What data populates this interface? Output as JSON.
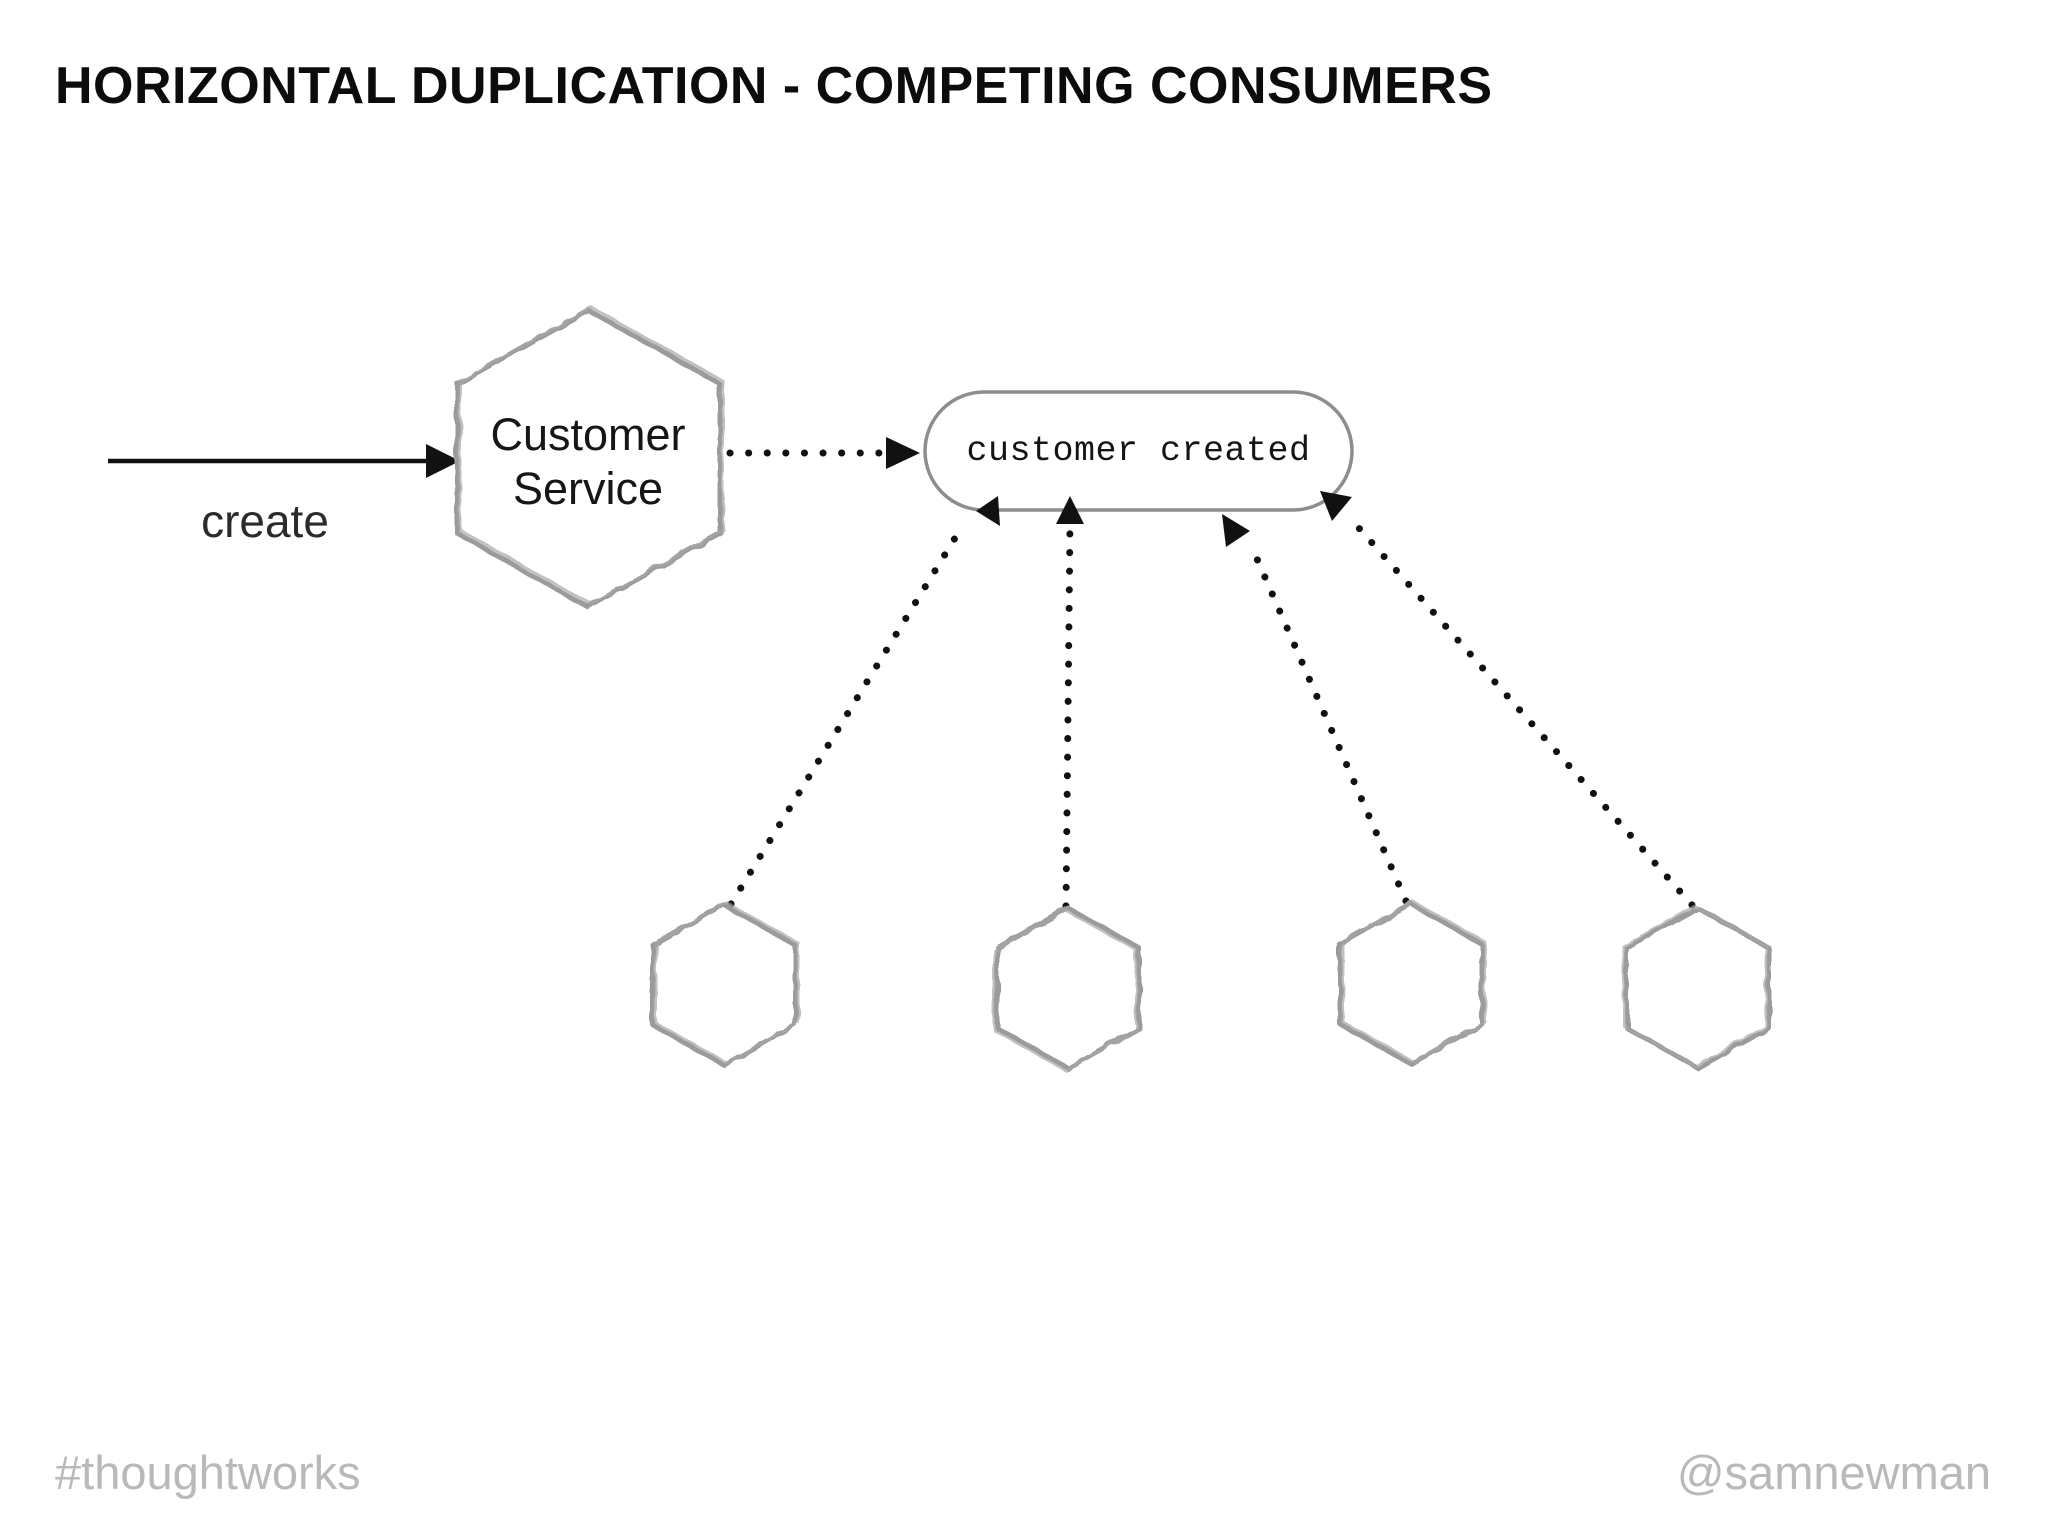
{
  "slide": {
    "title": "HORIZONTAL DUPLICATION - COMPETING CONSUMERS",
    "footer": {
      "hashtag": "#thoughtworks",
      "handle": "@samnewman"
    }
  },
  "diagram": {
    "create_label": "create",
    "producer": {
      "line1": "Customer",
      "line2": "Service"
    },
    "event": {
      "label": "customer created"
    },
    "consumers": {
      "count": "4"
    },
    "icons": {
      "producer_shape": "hexagon-outline",
      "event_shape": "rounded-pill-outline",
      "consumer_shape": "hexagon-outline",
      "create_arrow": "solid-right-arrow",
      "publish_arrow": "dotted-right-arrow",
      "consume_arrows": "dotted-arrow-into-pill"
    }
  },
  "colors": {
    "background": "#ffffff",
    "title": "#0c0c0c",
    "node_text": "#1c1c1c",
    "sketch_stroke": "#9b9b9b",
    "pill_stroke": "#8d8d8d",
    "arrow": "#111111",
    "footer": "#b9b9b9"
  }
}
